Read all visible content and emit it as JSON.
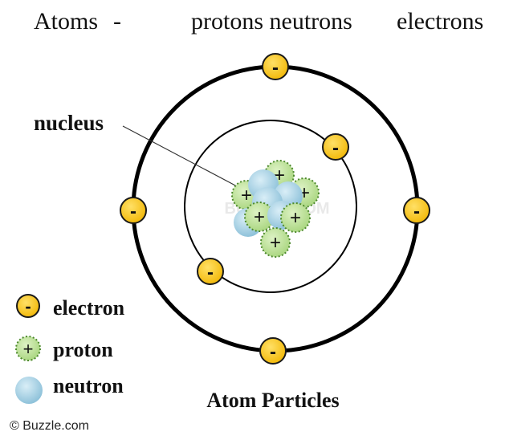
{
  "title_words": [
    "Atoms",
    "-",
    "protons neutrons",
    "electrons"
  ],
  "diagram": {
    "nucleus_label": "nucleus",
    "caption": "Atom Particles",
    "watermark": "BUZZLE.COM",
    "electron_sign": "-",
    "proton_sign": "+"
  },
  "legend": {
    "electron": "electron",
    "proton": "proton",
    "neutron": "neutron"
  },
  "credit": "© Buzzle.com",
  "colors": {
    "electron_fill": "#F9C513",
    "electron_stroke": "#1a1a1a",
    "proton_fill": "#BFE29A",
    "proton_stroke": "#4E8A2E",
    "neutron_fill": "#A9D3E6",
    "orbit": "#000000"
  }
}
